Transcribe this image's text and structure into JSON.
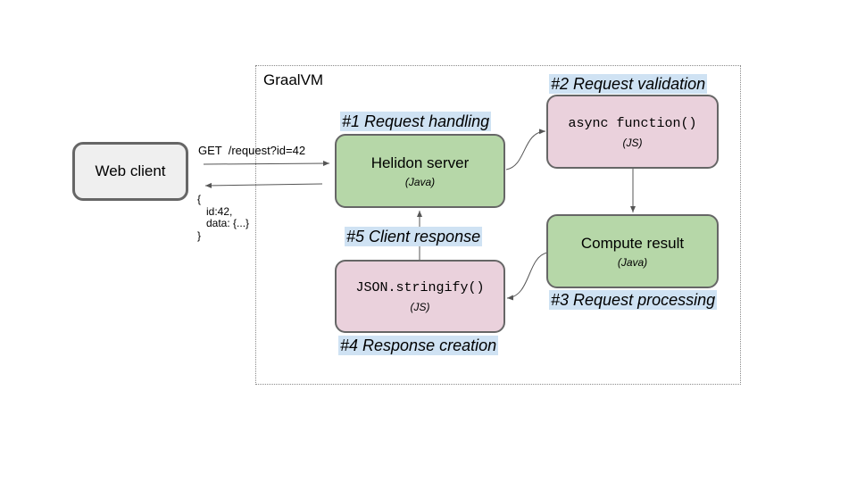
{
  "container": {
    "title": "GraalVM"
  },
  "web_client": {
    "label": "Web client"
  },
  "request_line": "GET  /request?id=42",
  "response_body": [
    "{",
    "   id:42,",
    "   data: {...}",
    "}"
  ],
  "helidon": {
    "title": "Helidon server",
    "subtitle": "(Java)"
  },
  "async_fn": {
    "title": "async function()",
    "subtitle": "(JS)"
  },
  "compute": {
    "title": "Compute result",
    "subtitle": "(Java)"
  },
  "stringify": {
    "title": "JSON.stringify()",
    "subtitle": "(JS)"
  },
  "steps": {
    "s1": "#1 Request handling",
    "s2": "#2 Request validation",
    "s3": "#3 Request processing",
    "s4": "#4 Response creation",
    "s5": "#5 Client response"
  },
  "colors": {
    "java_box": "#b6d7a8",
    "js_box": "#ead1dc",
    "client_box": "#efefef",
    "step_highlight": "#cfe2f3",
    "border": "#666666"
  }
}
